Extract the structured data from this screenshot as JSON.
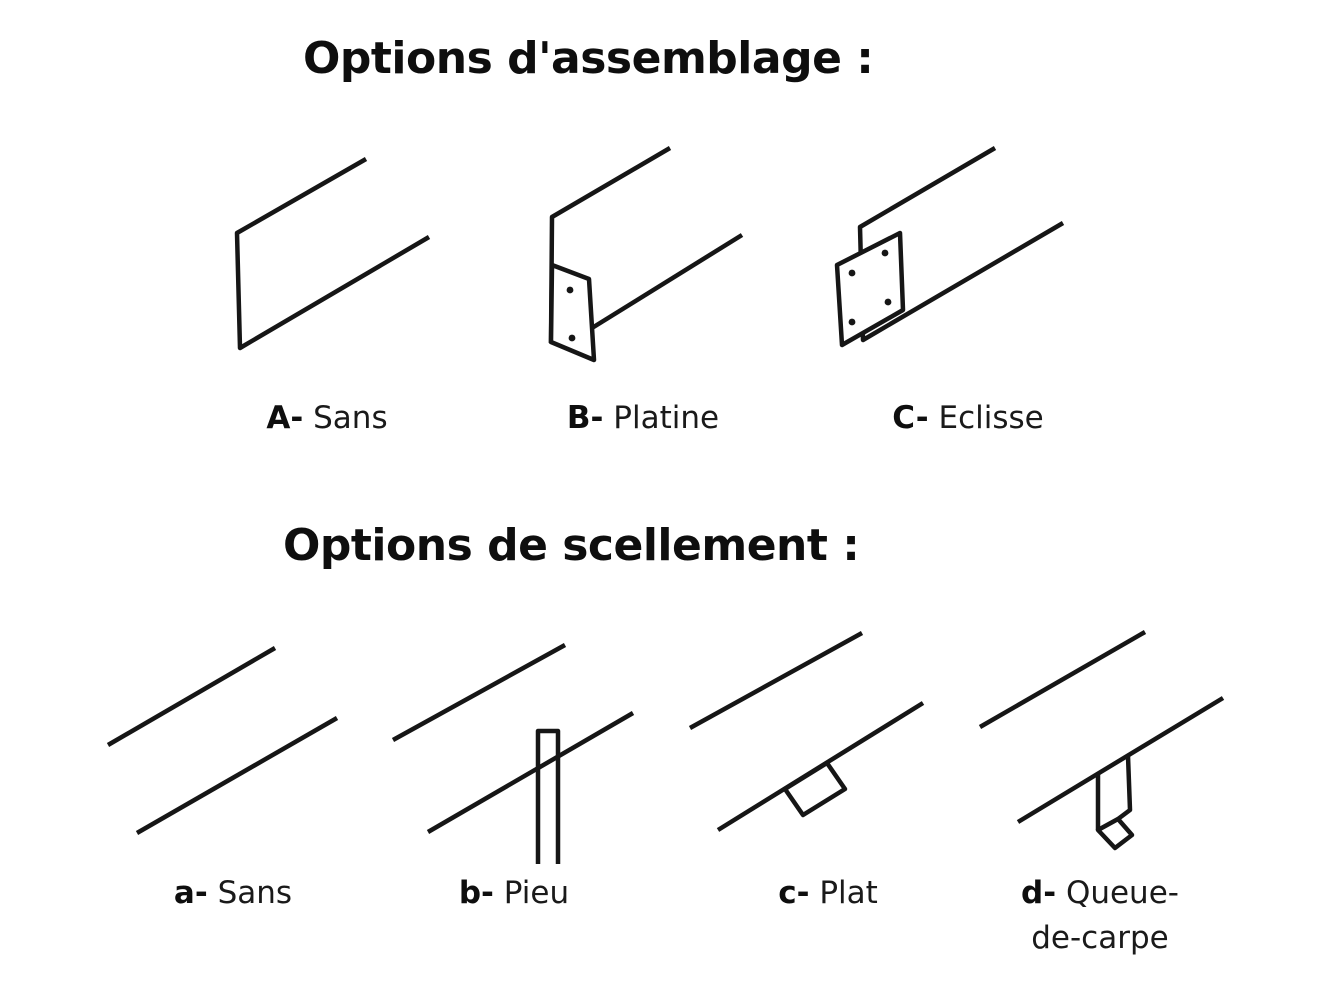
{
  "page": {
    "background": "#ffffff",
    "ink": "#161616"
  },
  "sections": [
    {
      "id": "assembly",
      "title": "Options d'assemblage :",
      "items": [
        {
          "key": "A-",
          "name": "Sans",
          "figure": "edging-strip-plain"
        },
        {
          "key": "B-",
          "name": "Platine",
          "figure": "edging-strip-end-plate-2-holes"
        },
        {
          "key": "C-",
          "name": "Eclisse",
          "figure": "edging-strip-splice-plate-4-holes"
        }
      ]
    },
    {
      "id": "sealing",
      "title": "Options de scellement :",
      "items": [
        {
          "key": "a-",
          "name": "Sans",
          "figure": "edging-rails-plain"
        },
        {
          "key": "b-",
          "name": "Pieu",
          "figure": "edging-rails-with-stake"
        },
        {
          "key": "c-",
          "name": "Plat",
          "figure": "edging-rails-with-flat-anchor"
        },
        {
          "key": "d-",
          "name": "Queue-de-carpe",
          "figure": "edging-rails-with-fishtail-anchor"
        }
      ]
    }
  ]
}
